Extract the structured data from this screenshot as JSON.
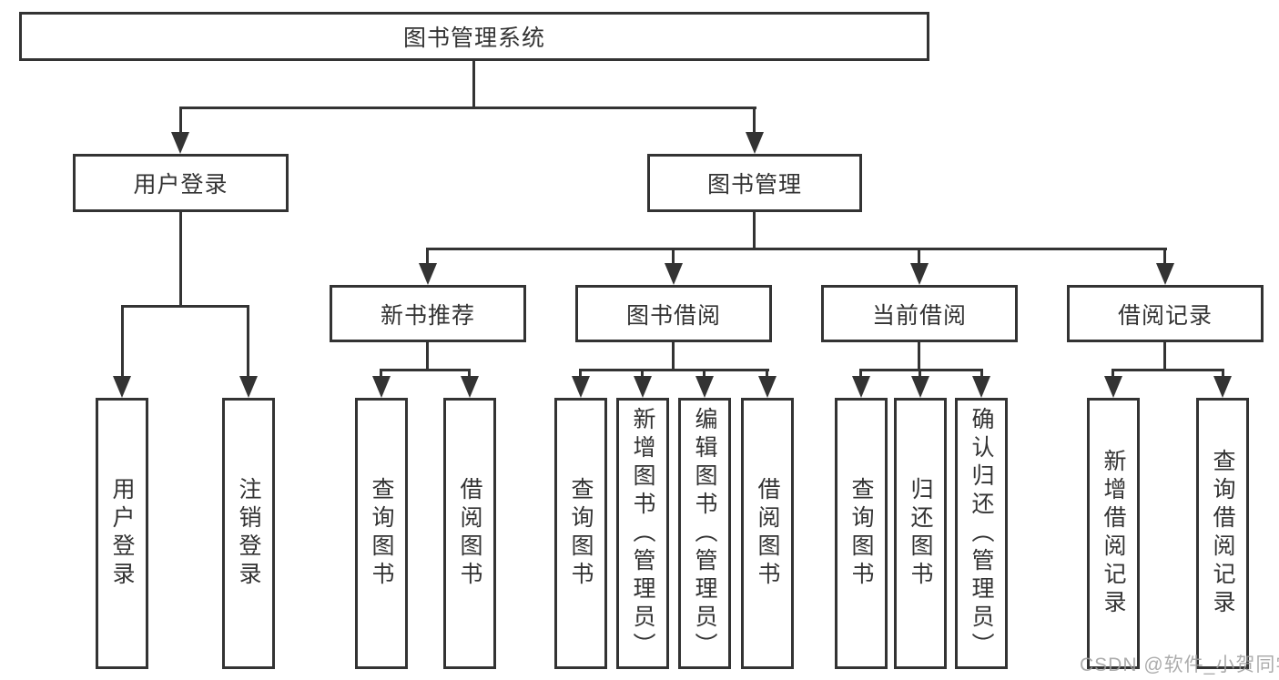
{
  "tree": {
    "root": "图书管理系统",
    "branches": [
      {
        "label": "用户登录",
        "leaves": [
          "用户登录",
          "注销登录"
        ]
      },
      {
        "label": "图书管理",
        "groups": [
          {
            "label": "新书推荐",
            "leaves": [
              "查询图书",
              "借阅图书"
            ]
          },
          {
            "label": "图书借阅",
            "leaves": [
              "查询图书",
              "新增图书（管理员）",
              "编辑图书（管理员）",
              "借阅图书"
            ]
          },
          {
            "label": "当前借阅",
            "leaves": [
              "查询图书",
              "归还图书",
              "确认归还（管理员）"
            ]
          },
          {
            "label": "借阅记录",
            "leaves": [
              "新增借阅记录",
              "查询借阅记录"
            ]
          }
        ]
      }
    ]
  },
  "watermark": "CSDN @软件_小贺同学",
  "colors": {
    "line": "#333333",
    "text": "#333333",
    "background": "#ffffff",
    "watermark": "#9e9e9e"
  }
}
